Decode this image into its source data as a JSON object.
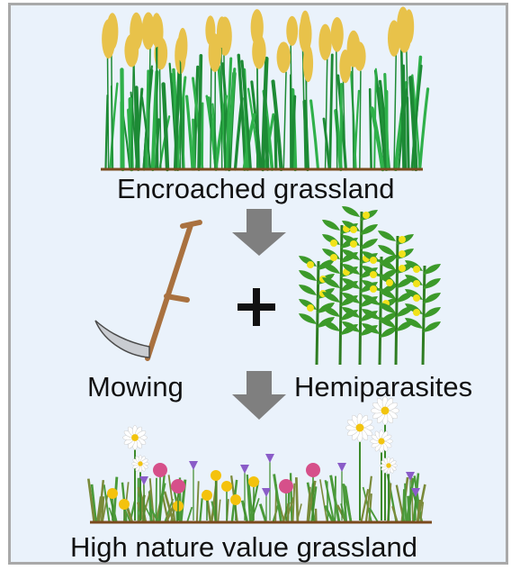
{
  "labels": {
    "top": "Encroached grassland",
    "mowing": "Mowing",
    "hemiparasites": "Hemiparasites",
    "bottom": "High nature value grassland",
    "plus": "+"
  },
  "colors": {
    "background": "#eaf2fb",
    "border": "#a9a9a9",
    "arrow": "#7f7f7f",
    "grass_green": "#2fb04a",
    "grass_dark": "#1d8a35",
    "seed_head": "#e8c24a",
    "soil": "#7a4a1e",
    "scythe_handle": "#b07a4a",
    "scythe_blade": "#c9ccd1",
    "hemiparasite_leaf": "#3c9a2a",
    "hemiparasite_flower": "#f2e21a",
    "daisy": "#ffffff",
    "daisy_center": "#f2c40f",
    "dandelion": "#f4c20d",
    "clover": "#d6508a",
    "bellflower": "#8a5cc8"
  },
  "icons": [
    "scythe-icon",
    "plus-icon",
    "down-arrow-icon"
  ]
}
